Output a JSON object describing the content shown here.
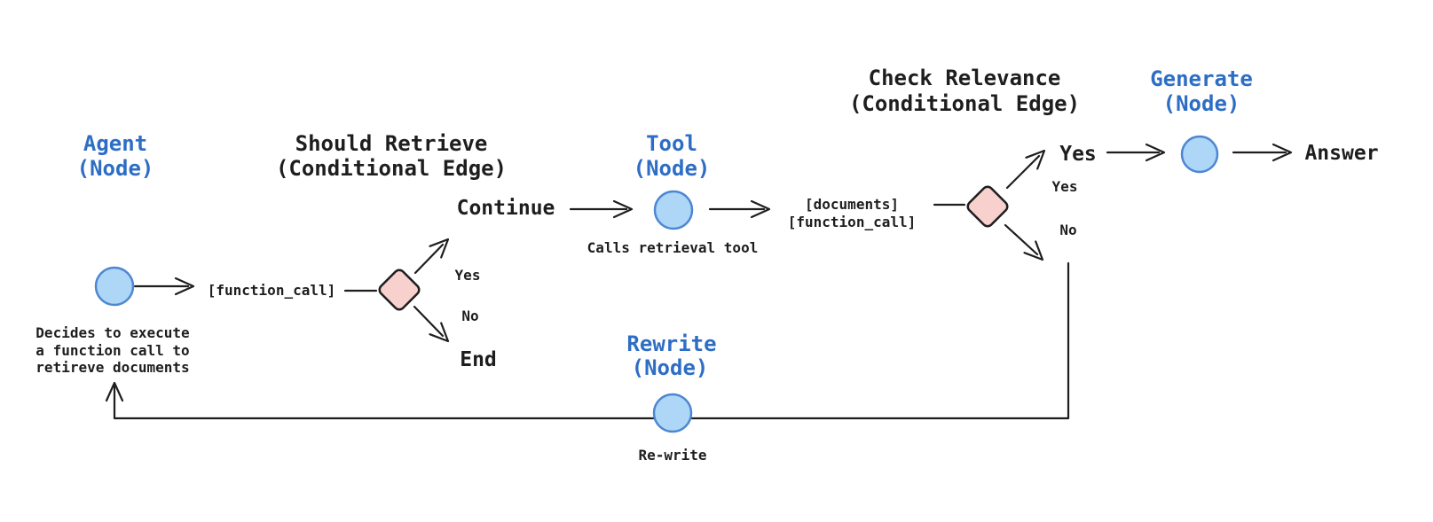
{
  "colors": {
    "background": "#ffffff",
    "node_fill": "#aed6f6",
    "node_stroke": "#4d87d2",
    "diamond_fill": "#f8d0ce",
    "diamond_stroke": "#1e1e1e",
    "edge": "#1e1e1e",
    "text_dark": "#1e1e1e",
    "heading_blue": "#2d6ec4"
  },
  "nodes": {
    "agent": {
      "title": "Agent",
      "subtitle": "(Node)",
      "description": [
        "Decides to execute",
        "a function call to",
        "retireve documents"
      ]
    },
    "tool": {
      "title": "Tool",
      "subtitle": "(Node)",
      "caption": "Calls retrieval tool"
    },
    "generate": {
      "title": "Generate",
      "subtitle": "(Node)"
    },
    "rewrite": {
      "title": "Rewrite",
      "subtitle": "(Node)",
      "caption": "Re-write"
    }
  },
  "conditional_edges": {
    "should_retrieve": {
      "title": "Should Retrieve",
      "subtitle": "(Conditional Edge)",
      "yes_label": "Yes",
      "no_label": "No",
      "yes_outcome": "Continue",
      "no_outcome": "End"
    },
    "check_relevance": {
      "title": "Check Relevance",
      "subtitle": "(Conditional Edge)",
      "yes_label": "Yes",
      "no_label": "No",
      "yes_outcome": "Yes"
    }
  },
  "edge_labels": {
    "agent_output": "[function_call]",
    "tool_output_line1": "[documents]",
    "tool_output_line2": "[function_call]",
    "final_output": "Answer"
  }
}
